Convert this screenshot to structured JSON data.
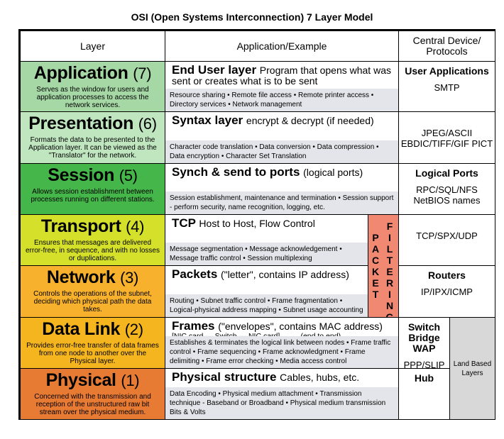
{
  "title": "OSI (Open Systems Interconnection) 7 Layer Model",
  "headers": {
    "layer": "Layer",
    "app": "Application/Example",
    "device": "Central Device/ Protocols"
  },
  "layers": [
    {
      "name": "Application",
      "num": "(7)",
      "color": "#a6d8a6",
      "desc": "Serves as the window for users and application processes to access the network services.",
      "app_title": "End User layer",
      "app_sub": "Program that opens what was sent or creates what is to be sent",
      "app_detail": "Resource sharing • Remote file access • Remote printer access • Directory services • Network management",
      "device_main": "User Applications",
      "device_sub": "SMTP"
    },
    {
      "name": "Presentation",
      "num": "(6)",
      "color": "#c0e6c0",
      "desc": "Formats the data to be presented to the Application layer. It can be viewed as the \"Translator\" for the network.",
      "app_title": "Syntax layer",
      "app_sub": "encrypt & decrypt (if needed)",
      "app_detail": "Character code translation • Data conversion • Data compression • Data encryption • Character Set Translation",
      "device_main": "",
      "device_sub": "JPEG/ASCII EBDIC/TIFF/GIF PICT"
    },
    {
      "name": "Session",
      "num": "(5)",
      "color": "#45b649",
      "desc": "Allows session establishment between processes running on different stations.",
      "app_title": "Synch & send to ports",
      "app_sub": "(logical ports)",
      "app_detail": "Session establishment, maintenance and termination • Session support - perform security, name recognition, logging, etc.",
      "device_main": "Logical Ports",
      "device_sub": "RPC/SQL/NFS NetBIOS names"
    },
    {
      "name": "Transport",
      "num": "(4)",
      "color": "#d4e029",
      "desc": "Ensures that messages are delivered error-free, in sequence, and with no losses or duplications.",
      "app_title": "TCP",
      "app_sub": "Host to Host, Flow Control",
      "app_detail": "Message segmentation • Message acknowledgement • Message traffic control • Session multiplexing",
      "device_main": "",
      "device_sub": "TCP/SPX/UDP"
    },
    {
      "name": "Network",
      "num": "(3)",
      "color": "#f7b12c",
      "desc": "Controls the operations of the subnet, deciding which physical path the data takes.",
      "app_title": "Packets",
      "app_sub": "(\"letter\", contains IP address)",
      "app_detail": "Routing • Subnet traffic control • Frame fragmentation • Logical-physical address mapping • Subnet usage accounting",
      "device_main": "Routers",
      "device_sub": "IP/IPX/ICMP"
    },
    {
      "name": "Data Link",
      "num": "(2)",
      "color": "#f5b51e",
      "desc": "Provides error-free transfer of data frames from one node to another over the Physical layer.",
      "app_title": "Frames",
      "app_sub": "(\"envelopes\", contains MAC address)",
      "app_extra": "[NIC card — Switch — NIC card]          (end to end)",
      "app_detail": "Establishes & terminates the logical link between nodes • Frame traffic control • Frame sequencing • Frame acknowledgment • Frame delimiting • Frame error checking • Media access control",
      "device_main": "Switch Bridge WAP",
      "device_sub": "PPP/SLIP"
    },
    {
      "name": "Physical",
      "num": "(1)",
      "color": "#e77b34",
      "desc": "Concerned with the transmission and reception of the unstructured raw bit stream over the physical medium.",
      "app_title": "Physical structure",
      "app_sub": "Cables, hubs, etc.",
      "app_detail": "Data Encoding • Physical medium attachment • Transmission technique - Baseband or Broadband • Physical medium transmission Bits & Volts",
      "device_main": "Hub",
      "device_sub": ""
    }
  ],
  "packet_filtering": {
    "left": "PACKET",
    "right": "FILTERING",
    "color": "#f08872"
  },
  "land_based": "Land Based Layers"
}
